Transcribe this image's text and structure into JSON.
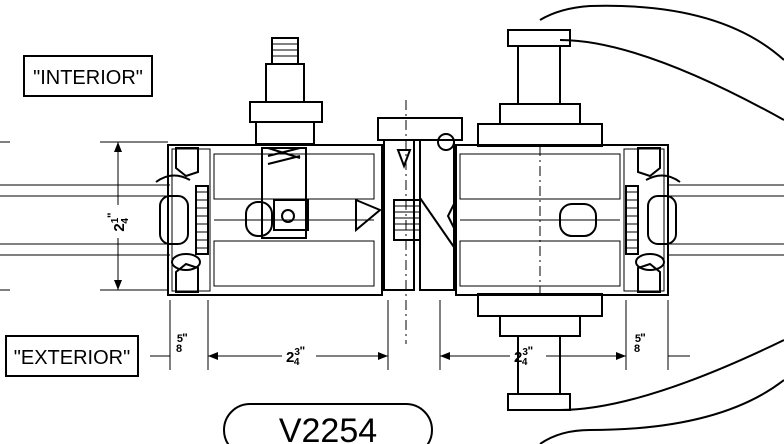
{
  "labels": {
    "interior": "\"INTERIOR\"",
    "exterior": "\"EXTERIOR\"",
    "model": "V2254"
  },
  "dimensions": {
    "left_edge": "5/8\"",
    "left_frame": "2 3/4\"",
    "right_frame": "2 3/4\"",
    "right_edge": "5/8\"",
    "glass_height": "2 1/4\""
  },
  "dimension_display": {
    "left_edge": {
      "num": "5",
      "den": "8",
      "unit": "\""
    },
    "left_frame": {
      "whole": "2",
      "num": "3",
      "den": "4",
      "unit": "\""
    },
    "right_frame": {
      "whole": "2",
      "num": "3",
      "den": "4",
      "unit": "\""
    },
    "right_edge": {
      "num": "5",
      "den": "8",
      "unit": "\""
    },
    "glass_height": {
      "whole": "2",
      "num": "1",
      "den": "4",
      "unit": "\""
    }
  }
}
